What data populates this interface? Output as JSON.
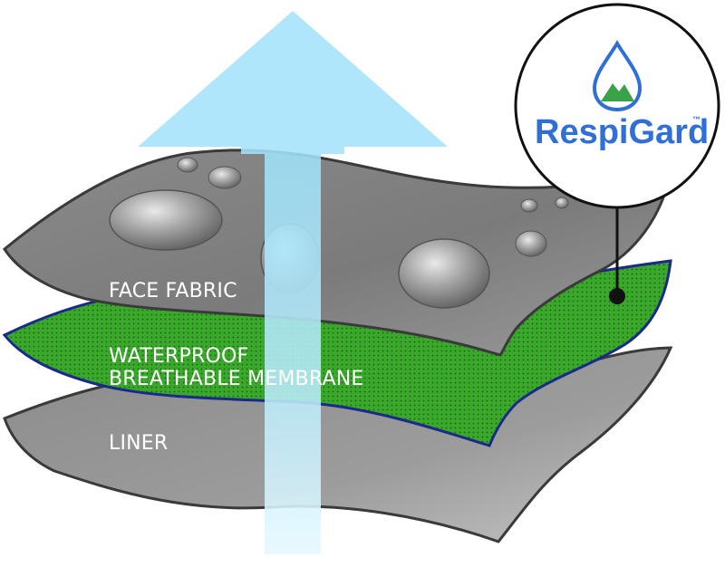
{
  "diagram": {
    "layers": [
      {
        "id": "face-fabric",
        "label": "FACE FABRIC"
      },
      {
        "id": "membrane",
        "label_line1": "WATERPROOF",
        "label_line2": "BREATHABLE MEMBRANE"
      },
      {
        "id": "liner",
        "label": "LINER"
      }
    ],
    "callout": {
      "brand_name": "RespiGard",
      "trademark": "™"
    },
    "colors": {
      "fabric_gray": "#7a7a7a",
      "membrane_green": "#3aa82a",
      "membrane_edge": "#1b2a8a",
      "arrow_blue": "#8fd8f6",
      "brand_blue": "#2f6fd6",
      "brand_green": "#3aa34a"
    }
  }
}
